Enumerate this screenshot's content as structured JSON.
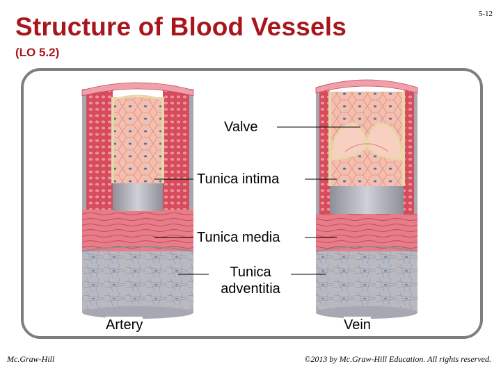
{
  "slide": {
    "title": "Structure of Blood Vessels",
    "subtitle": "(LO 5.2)",
    "number": "5-12"
  },
  "labels": {
    "valve": "Valve",
    "tunica_intima": "Tunica intima",
    "tunica_media": "Tunica media",
    "tunica_adventitia_line1": "Tunica",
    "tunica_adventitia_line2": "adventitia",
    "artery": "Artery",
    "vein": "Vein"
  },
  "footer": {
    "publisher": "Mc.Graw-Hill",
    "copyright": "©2013 by Mc.Graw-Hill Education. All rights reserved."
  },
  "colors": {
    "title_red": "#a8161b",
    "media_pink": "#e87d8a",
    "intima_peach": "#f2b8a6",
    "adventitia_gray": "#b9b9c2",
    "frame_gray": "#7e7e7e"
  }
}
